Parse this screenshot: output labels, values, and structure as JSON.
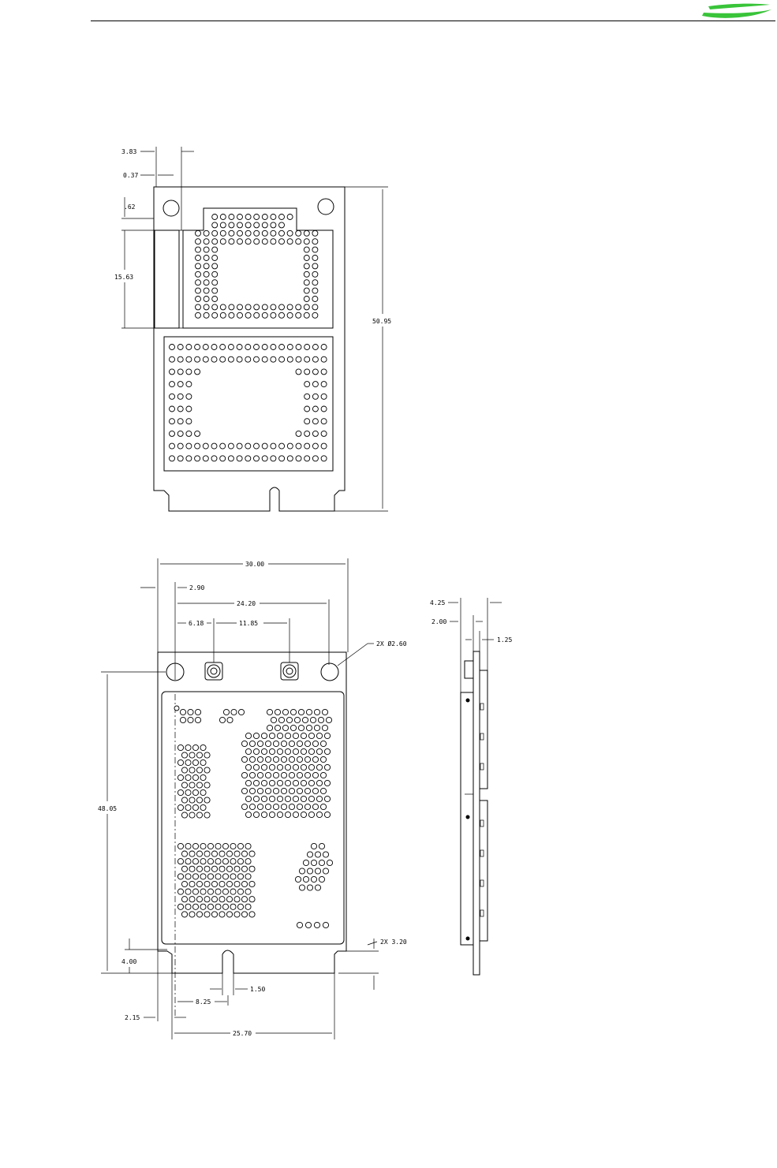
{
  "header": {
    "brand_color": "#39c43a",
    "logo_icon": "swoosh-logo"
  },
  "top_view": {
    "dims": {
      "d1": "3.83",
      "d2": "0.37",
      "d3": ".62",
      "d4": "15.63",
      "d5": "50.95"
    }
  },
  "bottom_view": {
    "dims": {
      "width": "30.00",
      "hole_offset": "2.90",
      "hole_span": "24.20",
      "conn1": "6.18",
      "conn2": "11.85",
      "hole_dia": "2X Ø2.60",
      "height": "48.05",
      "tab_height": "4.00",
      "notch_w": "1.50",
      "notch_pos": "8.25",
      "edge_offset": "2.15",
      "edge_width": "25.70",
      "corner": "2X 3.20"
    }
  },
  "side_view": {
    "dims": {
      "t1": "4.25",
      "t2": "2.00",
      "t3": "1.25"
    }
  }
}
